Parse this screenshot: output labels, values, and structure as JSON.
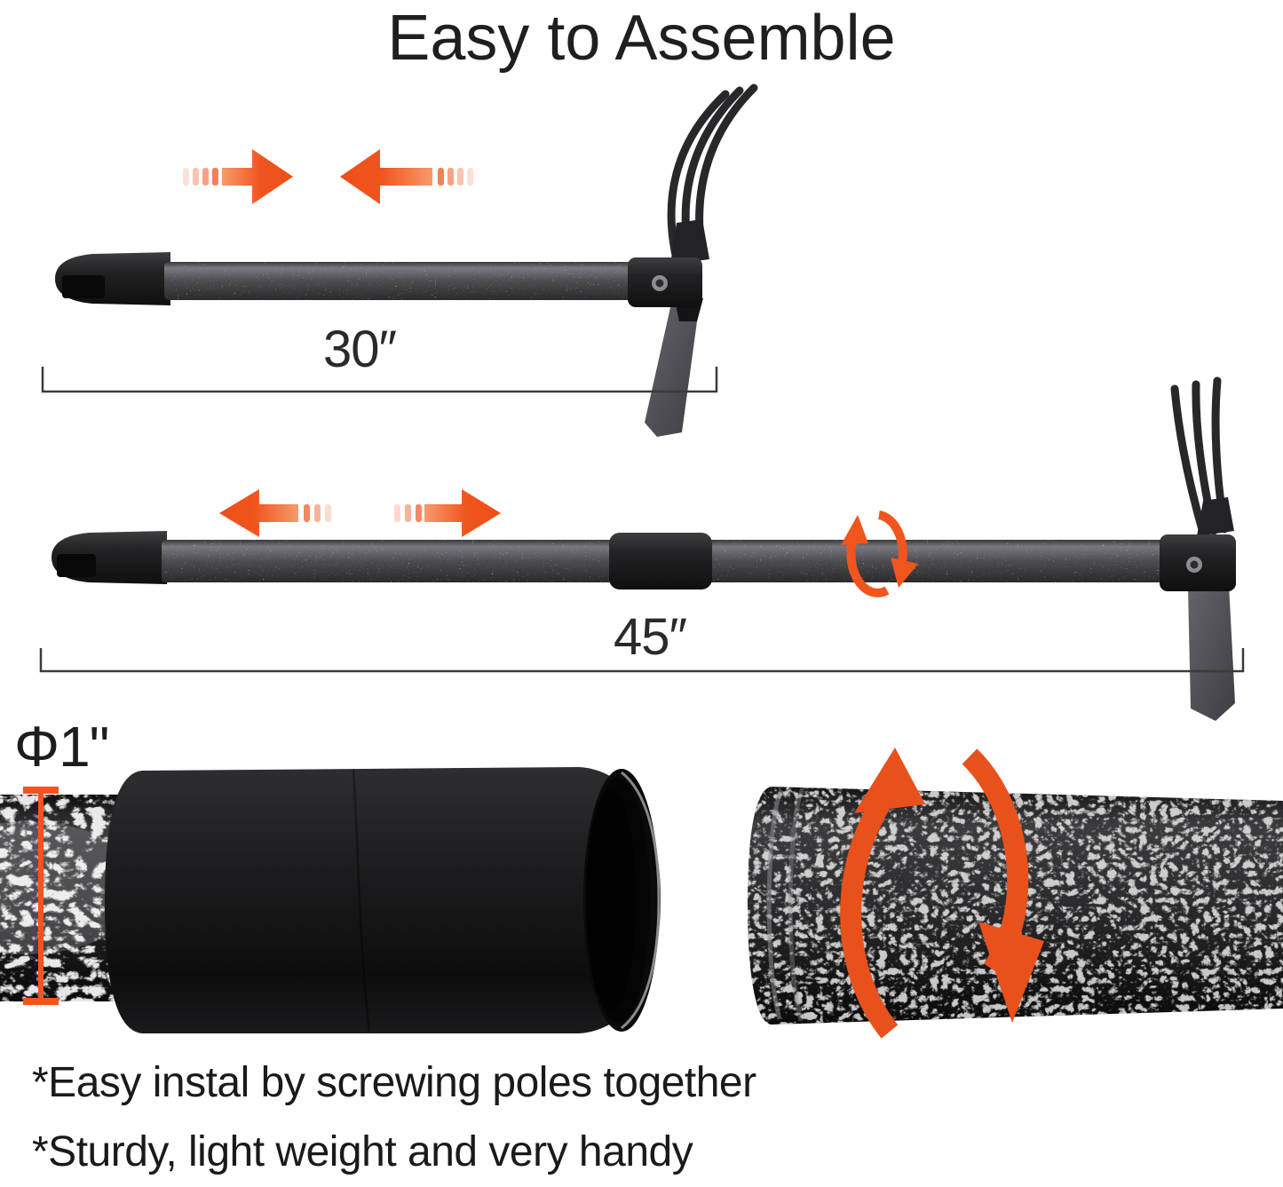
{
  "title": "Easy to Assemble",
  "colors": {
    "accent_orange": "#F0551E",
    "deep_orange": "#E8511C",
    "ink": "#1C1C1C",
    "metal_gray": "#4E4E52",
    "part_black": "#1A1A1C"
  },
  "tools": {
    "compact": {
      "name": "assembled two-piece cultivator hoe",
      "length_label": "30″"
    },
    "extended": {
      "name": "extended three-piece cultivator hoe",
      "length_label": "45″"
    }
  },
  "diameter": {
    "label": "Φ1\""
  },
  "notes": [
    "*Easy instal by screwing poles together",
    "*Sturdy, light weight and very handy"
  ],
  "icons": {
    "push_together_arrows": "two orange arrows pointing toward each other",
    "pull_apart_arrows": "two orange arrows pointing away from each other",
    "rotate": "orange circular rotation arrow on pole",
    "rotate_large": "two large orange rotation arrows on pole photo",
    "diameter_measure": "orange I-beam measurement line"
  }
}
